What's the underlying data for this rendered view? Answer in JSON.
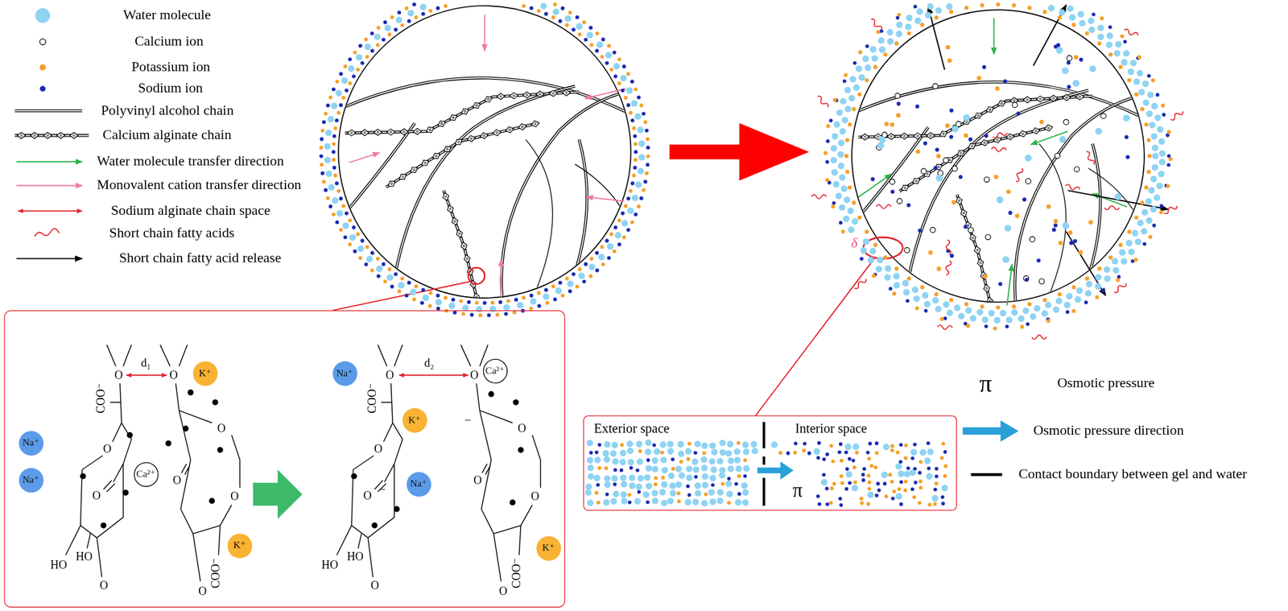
{
  "diagram": {
    "nodes": [
      {
        "text": [
          "d₁",
          "O",
          "O",
          "COO⁻",
          "O",
          "O",
          "HO",
          "HO",
          "O",
          "O",
          "O",
          "O",
          "COO⁻",
          "O",
          "d₂",
          "O",
          "O",
          "COO⁻",
          "O",
          "O",
          "−",
          "HO",
          "HO",
          "O",
          "O",
          "−",
          "O",
          "O",
          "COO⁻",
          "O"
        ]
      },
      {
        "text": [
          "K⁺"
        ],
        "in": 0
      },
      {
        "text": [
          "Na⁺"
        ],
        "in": 0
      },
      {
        "text": [
          "Ca²⁺"
        ],
        "in": 0
      },
      {
        "text": [
          "Na⁺"
        ],
        "in": 0
      },
      {
        "text": [
          "K⁺"
        ],
        "in": 0
      },
      {
        "text": [
          "Na⁺"
        ],
        "in": 0
      },
      {
        "text": [
          "Ca²⁺"
        ],
        "in": 0
      },
      {
        "text": [
          "K⁺"
        ],
        "in": 0
      },
      {
        "text": [
          "Na⁺"
        ],
        "in": 0
      },
      {
        "text": [
          "K⁺"
        ],
        "in": 0
      },
      {
        "text": [
          "Exterior space",
          "Interior space",
          "π"
        ]
      }
    ],
    "labels": [
      "δ",
      "π"
    ],
    "legend": [
      {
        "text": "Water molecule",
        "color": "#8fd3f3"
      },
      {
        "text": "Calcium ion"
      },
      {
        "text": "Potassium ion",
        "color": "#f5a02c"
      },
      {
        "text": "Sodium ion",
        "color": "#1b2bb0"
      },
      {
        "text": "Polyvinyl alcohol chain"
      },
      {
        "text": "Calcium alginate chain"
      },
      {
        "text": "Water molecule transfer direction"
      },
      {
        "text": "Monovalent cation transfer direction"
      },
      {
        "text": "Sodium alginate chain space"
      },
      {
        "text": "Short chain fatty acids"
      },
      {
        "text": "Short chain fatty acid release"
      },
      {
        "text": "Osmotic pressure"
      },
      {
        "text": "Osmotic pressure direction"
      },
      {
        "text": "Contact boundary between gel and water"
      }
    ]
  }
}
